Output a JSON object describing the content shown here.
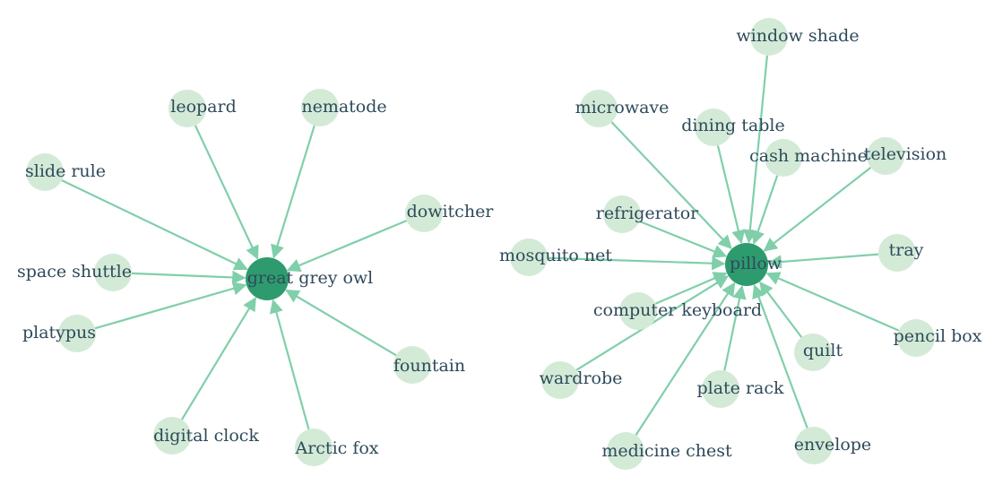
{
  "colors": {
    "center_node": "#2e9b6e",
    "leaf_node": "#d3ead7",
    "edge": "#80cfaa",
    "label": "#2e4a5a",
    "background": "#ffffff"
  },
  "graphs": [
    {
      "center": "great grey owl",
      "sources": [
        "leopard",
        "nematode",
        "slide rule",
        "dowitcher",
        "space shuttle",
        "platypus",
        "fountain",
        "digital clock",
        "Arctic fox"
      ]
    },
    {
      "center": "pillow",
      "sources": [
        "window shade",
        "microwave",
        "dining table",
        "cash machine",
        "television",
        "refrigerator",
        "mosquito net",
        "tray",
        "computer keyboard",
        "pencil box",
        "quilt",
        "wardrobe",
        "plate rack",
        "envelope",
        "medicine chest"
      ]
    }
  ]
}
